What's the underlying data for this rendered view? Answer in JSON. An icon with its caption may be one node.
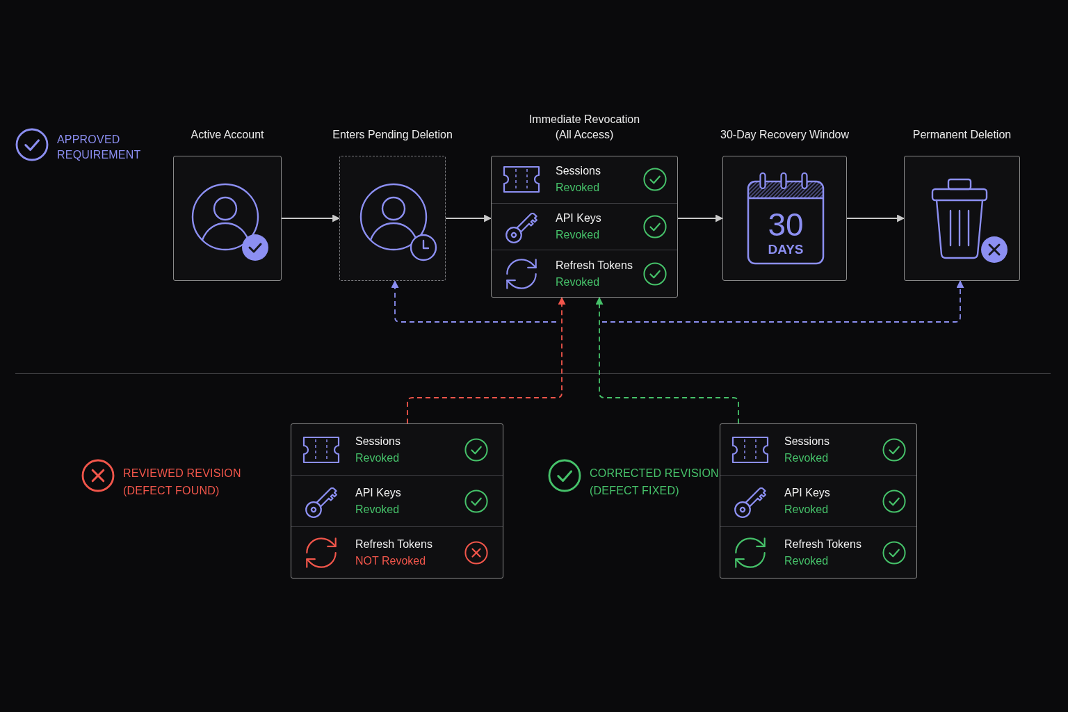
{
  "diagram": {
    "nodes": [
      {
        "text": [
          "Active Account"
        ]
      },
      {
        "text": [
          "Enters Pending Deletion"
        ]
      },
      {
        "text": [
          "Immediate Revocation (All Access)"
        ]
      },
      {
        "text": [
          "Sessions",
          "Revoked"
        ],
        "in": 2
      },
      {
        "text": [
          "API Keys",
          "Revoked"
        ],
        "in": 2
      },
      {
        "text": [
          "Refresh Tokens",
          "Revoked"
        ],
        "in": 2
      },
      {
        "text": [
          "30-Day Recovery Window",
          "30",
          "DAYS"
        ]
      },
      {
        "text": [
          "Permanent Deletion"
        ]
      },
      {
        "text": [],
        "shape": "box",
        "beside": [
          "REVIEWED REVISION (DEFECT FOUND)"
        ]
      },
      {
        "text": [
          "Sessions",
          "Revoked"
        ],
        "in": 8
      },
      {
        "text": [
          "API Keys",
          "Revoked"
        ],
        "in": 8
      },
      {
        "text": [
          "Refresh Tokens",
          "NOT Revoked"
        ],
        "in": 8
      },
      {
        "text": [],
        "shape": "box",
        "beside": [
          "CORRECTED REVISION (DEFECT FIXED)"
        ]
      },
      {
        "text": [
          "Sessions",
          "Revoked"
        ],
        "in": 12
      },
      {
        "text": [
          "API Keys",
          "Revoked"
        ],
        "in": 12
      },
      {
        "text": [
          "Refresh Tokens",
          "Revoked"
        ],
        "in": 12
      }
    ],
    "edges": [
      {
        "from": 0,
        "to": 1,
        "arrow": "to"
      },
      {
        "from": 1,
        "to": 2,
        "arrow": "to"
      },
      {
        "from": 2,
        "to": 6,
        "arrow": "to"
      },
      {
        "from": 6,
        "to": 7,
        "arrow": "to"
      },
      {
        "from": null,
        "to": 1,
        "arrow": "to",
        "style": "dashed",
        "color": "#8b8ef0"
      },
      {
        "from": null,
        "to": 7,
        "arrow": "to",
        "style": "dashed",
        "color": "#8b8ef0"
      },
      {
        "from": 8,
        "to": 2,
        "arrow": "to",
        "style": "dashed",
        "color": "#f2564b"
      },
      {
        "from": 12,
        "to": 2,
        "arrow": "to",
        "style": "dashed",
        "color": "#46c26a"
      }
    ],
    "labels": [
      "APPROVED REQUIREMENT"
    ]
  }
}
